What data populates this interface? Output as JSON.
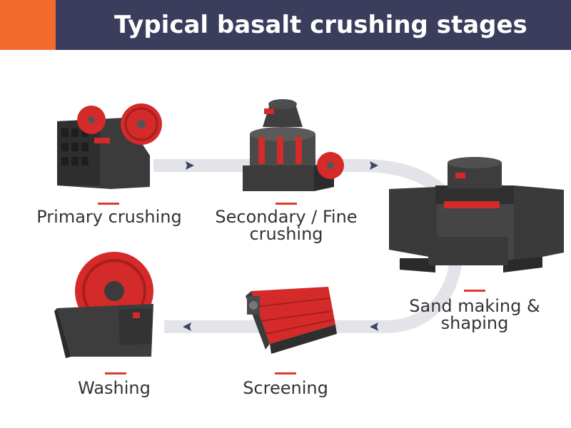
{
  "header": {
    "title": "Typical basalt crushing stages"
  },
  "stages": [
    {
      "label": "Primary crushing"
    },
    {
      "label": "Secondary / Fine crushing"
    },
    {
      "label": "Sand making & shaping"
    },
    {
      "label": "Screening"
    },
    {
      "label": "Washing"
    }
  ],
  "colors": {
    "header_bg": "#3a3d5c",
    "header_accent": "#f26b2c",
    "machine_red": "#d42a2a",
    "machine_dark": "#3b3b3b",
    "flow_path": "#e3e4ea",
    "arrow": "#3f4463",
    "label_dash": "#e0392b"
  }
}
